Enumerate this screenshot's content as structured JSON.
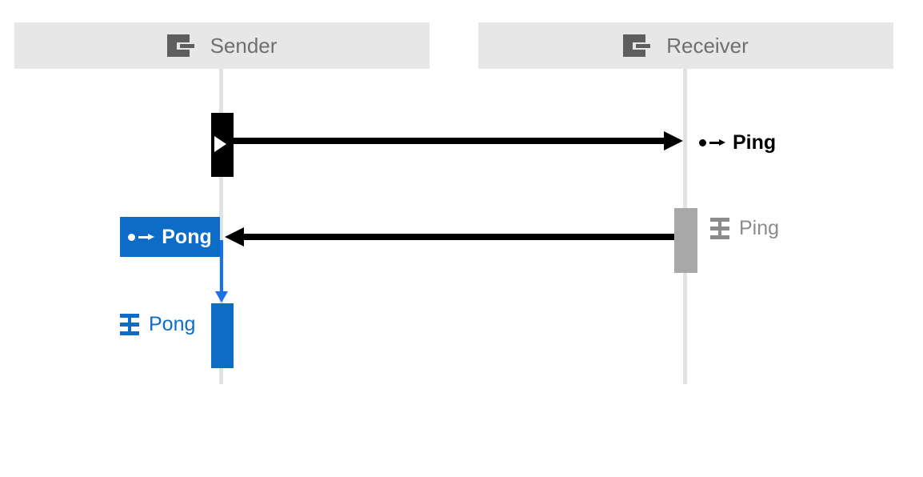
{
  "diagram": {
    "kind": "sequence-diagram",
    "lifelines": [
      {
        "name": "Sender",
        "icon": "lifeline-icon"
      },
      {
        "name": "Receiver",
        "icon": "lifeline-icon"
      }
    ],
    "messages": [
      {
        "label": "Ping",
        "from": "Sender",
        "to": "Receiver",
        "direction": "right",
        "icon": "message-icon",
        "selected": false
      },
      {
        "label": "Pong",
        "from": "Receiver",
        "to": "Sender",
        "direction": "left",
        "icon": "message-icon",
        "selected": true
      }
    ],
    "executions": [
      {
        "label": "Ping",
        "lifeline": "Receiver",
        "icon": "execution-icon",
        "state": "inactive-gray"
      },
      {
        "label": "Pong",
        "lifeline": "Sender",
        "icon": "execution-icon",
        "state": "active-blue"
      }
    ],
    "colors": {
      "selection_blue": "#0d6cc6",
      "flow_arrow_blue": "#1971e8",
      "header_background": "#e7e7e7",
      "header_text": "#6f6f6f",
      "header_icon": "#5e5e5e",
      "lifeline_gray": "#e2e2e2",
      "inactive_bar_gray": "#a8a8a8",
      "inactive_text_gray": "#8b8b8b",
      "message_black": "#000000"
    }
  }
}
